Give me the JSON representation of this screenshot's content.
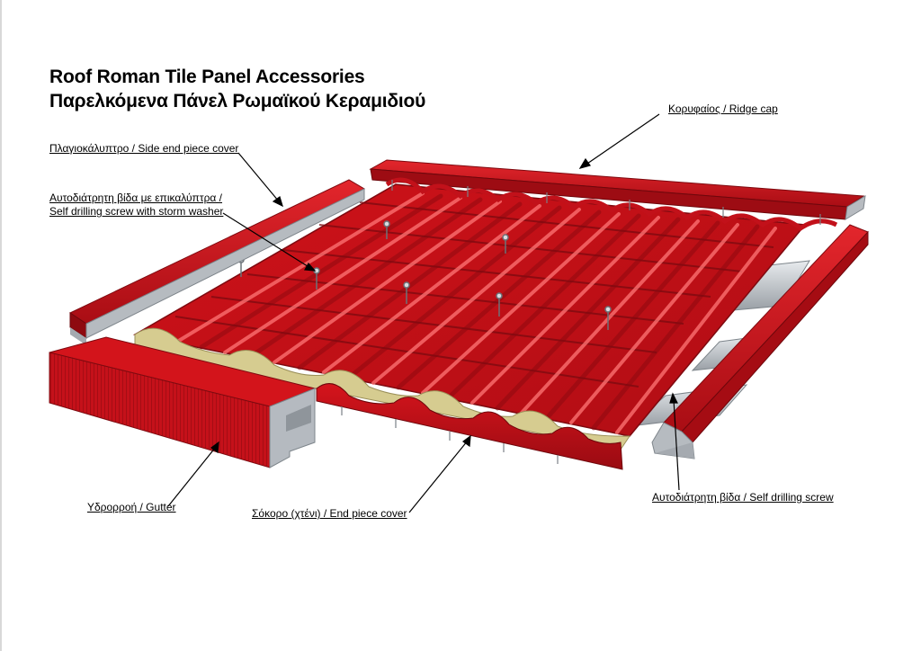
{
  "title": {
    "line1": "Roof Roman Tile Panel Accessories",
    "line2": "Παρελκόμενα Πάνελ Ρωμαϊκού Κεραμιδιού"
  },
  "labels": {
    "ridge_cap": "Κορυφαίος / Ridge cap",
    "side_end_cover": "Πλαγιοκάλυπτρο / Side end piece cover",
    "screw_washer_1": "Αυτοδιάτρητη βίδα με επικαλύπτρα /",
    "screw_washer_2": "Self drilling screw with storm washer",
    "gutter": "Υδρορροή / Gutter",
    "end_piece_cover": "Σόκορο (χτένι) / End piece cover",
    "self_drilling_screw": "Αυτοδιάτρητη βίδα / Self drilling screw"
  },
  "colors": {
    "panel_red": "#c8101a",
    "panel_dark": "#8e0a10",
    "highlight": "#ff6a6a",
    "insulation": "#d8cf96",
    "steel": "#b9bec4"
  }
}
